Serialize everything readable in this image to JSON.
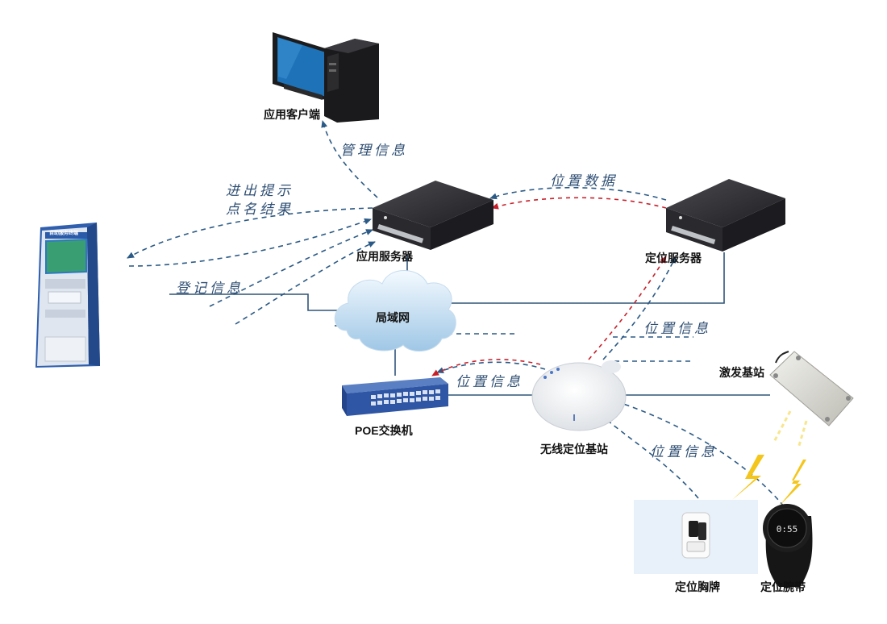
{
  "nodes": {
    "client": "应用客户端",
    "app_server": "应用服务器",
    "loc_server": "定位服务器",
    "lan": "局域网",
    "poe_switch": "POE交换机",
    "base_station": "无线定位基站",
    "exciter": "激发基站",
    "badge": "定位胸牌",
    "wristband": "定位腕带",
    "kiosk_screen": "自助服务终端"
  },
  "edge_labels": {
    "mgmt": "管理信息",
    "prompt_line1": "进出提示",
    "prompt_line2": "点名结果",
    "register": "登记信息",
    "pos_data": "位置数据",
    "pos_info_server": "位置信息",
    "pos_info_switch": "位置信息",
    "pos_info_tags": "位置信息"
  },
  "tag_screens": {
    "watch_time": "0:55"
  },
  "colors": {
    "dashed_blue": "#2b5a86",
    "dashed_red": "#c8202a",
    "line": "#2e5579",
    "tag_bg": "#e8f1fa",
    "bolt": "#f4c51a"
  }
}
